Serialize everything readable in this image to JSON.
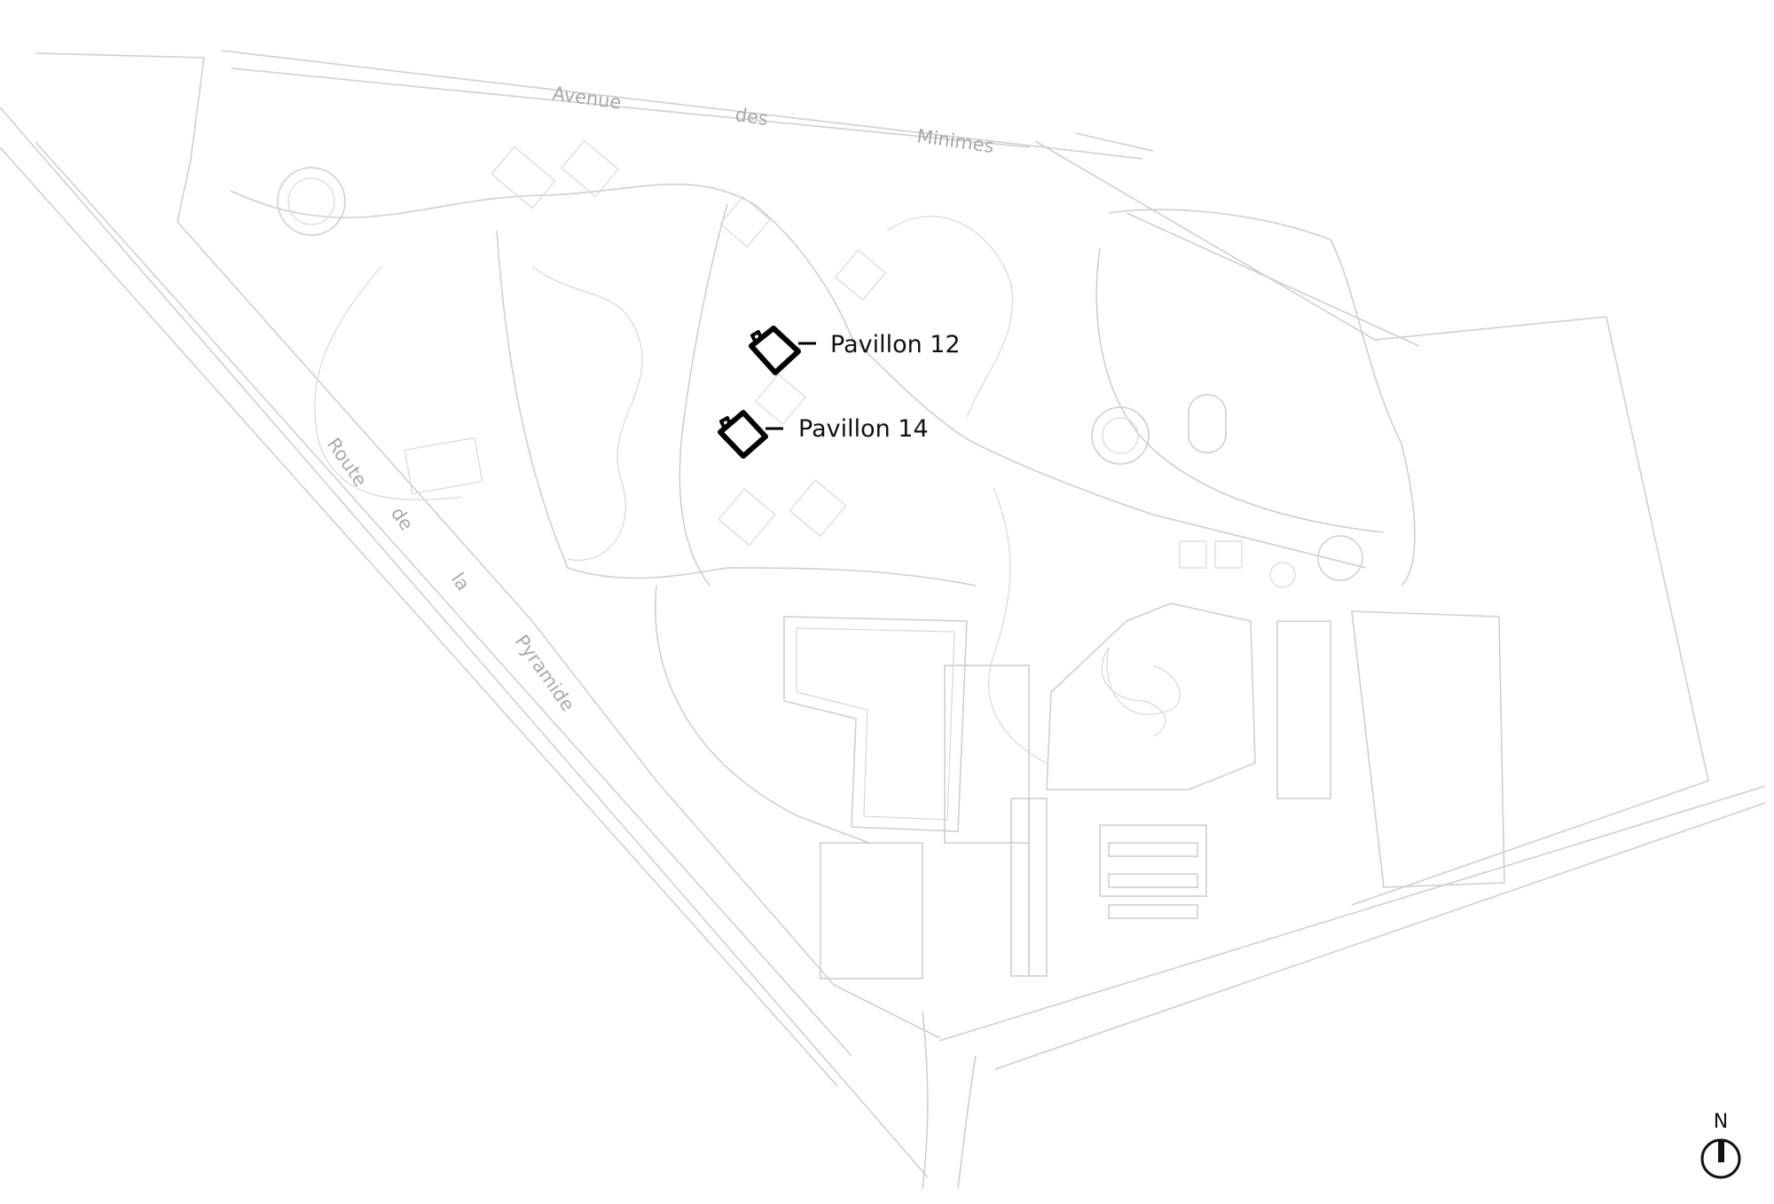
{
  "map": {
    "streets": {
      "avenue": [
        "Avenue",
        "des",
        "Minimes"
      ],
      "route": [
        "Route",
        "de",
        "la",
        "Pyramide"
      ]
    },
    "markers": [
      {
        "label": "Pavillon 12"
      },
      {
        "label": "Pavillon 14"
      }
    ],
    "north_label": "N",
    "colors": {
      "base": "#cfcfcf",
      "highlight": "#000000",
      "street_text": "#a9a9a9"
    }
  }
}
